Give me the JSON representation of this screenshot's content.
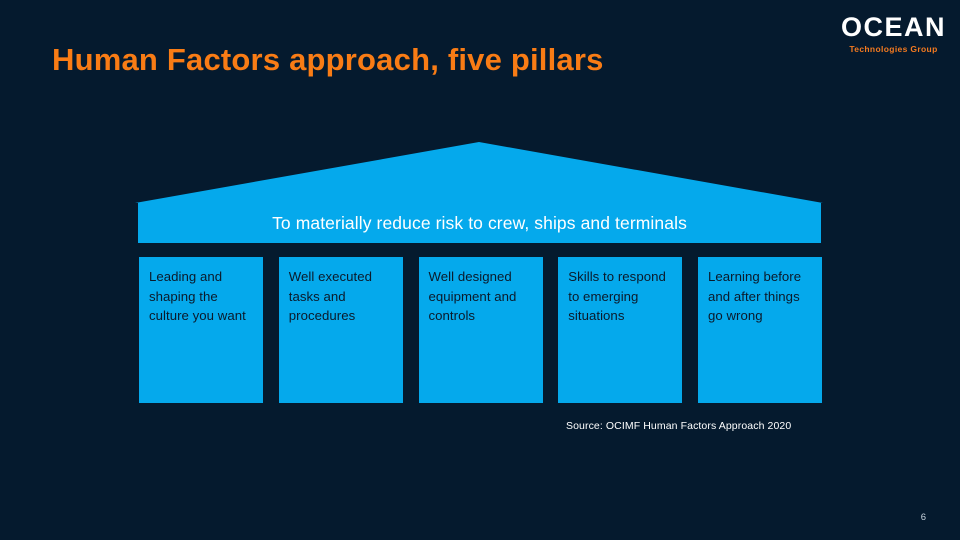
{
  "slide": {
    "background_color": "#051A2E",
    "accent_blue": "#05A9EC",
    "accent_orange": "#F97C15",
    "page_number": "6"
  },
  "logo": {
    "word": "OCEAN",
    "tagline": "Technologies Group"
  },
  "title": "Human Factors approach, five pillars",
  "roof": {
    "banner_text": "To materially reduce risk to crew, ships and terminals"
  },
  "pillars": [
    {
      "text": "Leading and shaping the culture you want"
    },
    {
      "text": "Well executed tasks and procedures"
    },
    {
      "text": "Well designed equipment and controls"
    },
    {
      "text": "Skills to respond to emerging situations"
    },
    {
      "text": "Learning before and after things go wrong"
    }
  ],
  "source": "Source: OCIMF Human Factors Approach 2020"
}
